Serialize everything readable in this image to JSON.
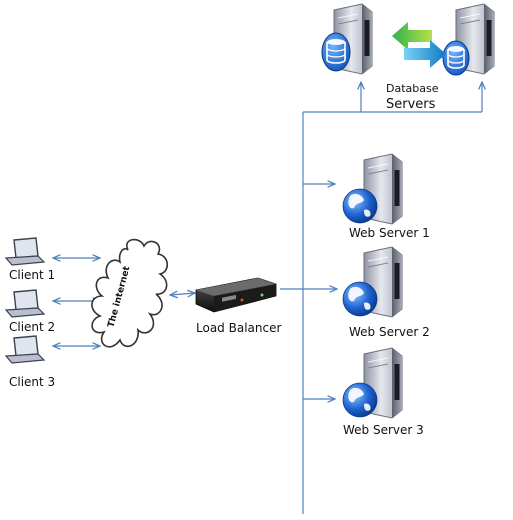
{
  "database": {
    "label_line1": "Database",
    "label_line2": "Servers"
  },
  "web_servers": [
    {
      "label": "Web Server 1"
    },
    {
      "label": "Web Server 2"
    },
    {
      "label": "Web Server 3"
    }
  ],
  "load_balancer": {
    "label": "Load Balancer"
  },
  "internet": {
    "label": "The internet"
  },
  "clients": [
    {
      "label": "Client 1"
    },
    {
      "label": "Client 2"
    },
    {
      "label": "Client 3"
    }
  ],
  "colors": {
    "connector": "#4f81bd",
    "cloud_fill": "#ffffff",
    "cloud_stroke": "#333333",
    "globe": "#1a5fc8",
    "server_body": "#c9ccd6",
    "server_dark": "#4a4d5a"
  },
  "icons": {
    "database_server": "database-server-icon",
    "web_server": "web-server-globe-icon",
    "sync": "sync-arrows-icon",
    "router": "load-balancer-device-icon",
    "cloud": "cloud-icon",
    "laptop": "laptop-icon"
  }
}
